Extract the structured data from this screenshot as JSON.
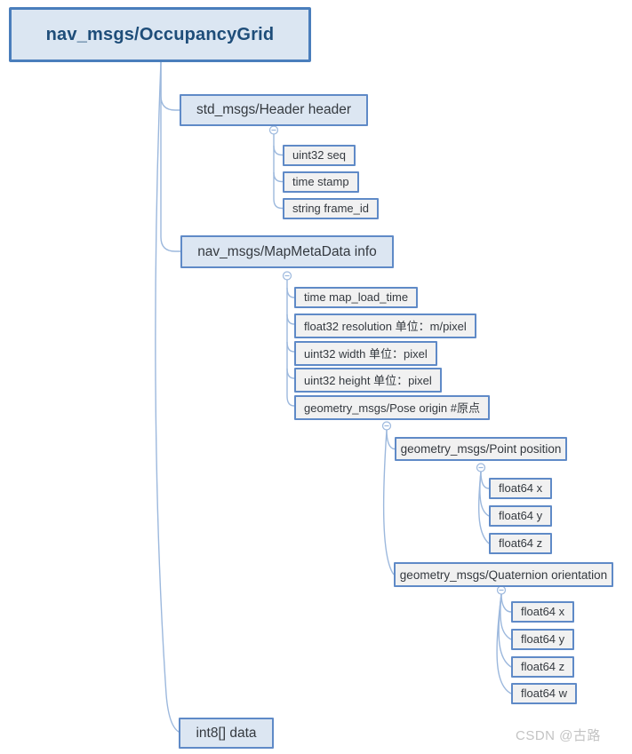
{
  "tree": {
    "label": "nav_msgs/OccupancyGrid",
    "children": [
      {
        "label": "std_msgs/Header header",
        "children": [
          {
            "label": "uint32 seq"
          },
          {
            "label": "time stamp"
          },
          {
            "label": "string frame_id"
          }
        ]
      },
      {
        "label": "nav_msgs/MapMetaData info",
        "children": [
          {
            "label": "time map_load_time"
          },
          {
            "label": "float32 resolution 单位：m/pixel"
          },
          {
            "label": "uint32 width 单位：pixel"
          },
          {
            "label": "uint32 height 单位：pixel"
          },
          {
            "label": "geometry_msgs/Pose origin #原点",
            "children": [
              {
                "label": "geometry_msgs/Point position",
                "children": [
                  {
                    "label": "float64 x"
                  },
                  {
                    "label": "float64 y"
                  },
                  {
                    "label": "float64 z"
                  }
                ]
              },
              {
                "label": "geometry_msgs/Quaternion orientation",
                "children": [
                  {
                    "label": "float64 x"
                  },
                  {
                    "label": "float64 y"
                  },
                  {
                    "label": "float64 z"
                  },
                  {
                    "label": "float64 w"
                  }
                ]
              }
            ]
          }
        ]
      },
      {
        "label": "int8[] data"
      }
    ]
  },
  "collapse_icon_symbol": "minus",
  "watermark": {
    "text": "CSDN @古路"
  },
  "colors": {
    "root-border": "#4a7ebc",
    "root-fill": "#dbe6f2",
    "root-text": "#1e4d79",
    "node-border": "#5f8ac7",
    "branch-fill": "#dce6f2",
    "leaf-fill": "#f1f1f1",
    "node-text": "#34393f",
    "connector": "#9cb8dd",
    "watermark": "#c3c3c3"
  }
}
